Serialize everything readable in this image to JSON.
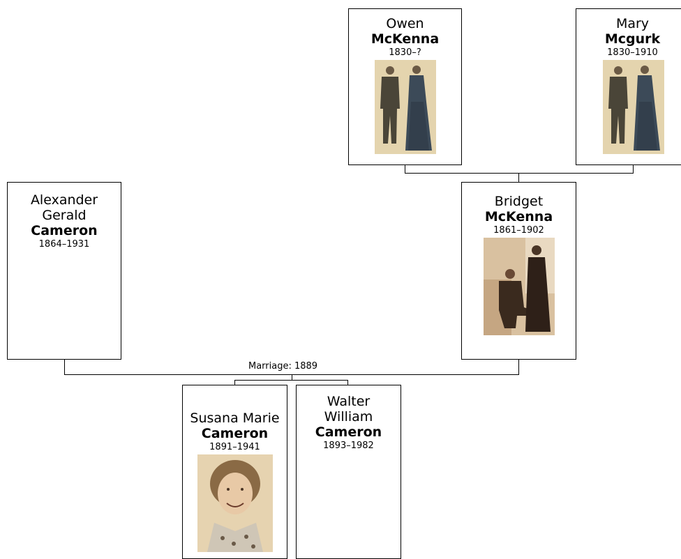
{
  "people": {
    "owen": {
      "given": "Owen",
      "surname": "McKenna",
      "dates": "1830–?"
    },
    "mary": {
      "given": "Mary",
      "surname": "Mcgurk",
      "dates": "1830–1910"
    },
    "alexander": {
      "given_line1": "Alexander",
      "given_line2": "Gerald",
      "surname": "Cameron",
      "dates": "1864–1931"
    },
    "bridget": {
      "given": "Bridget",
      "surname": "McKenna",
      "dates": "1861–1902"
    },
    "susana": {
      "given": "Susana Marie",
      "surname": "Cameron",
      "dates": "1891–1941"
    },
    "walter": {
      "given_line1": "Walter",
      "given_line2": "William",
      "surname": "Cameron",
      "dates": "1893–1982"
    }
  },
  "marriage_label": "Marriage: 1889",
  "colors": {
    "line": "#000000",
    "photo_sepia": "#e6d3a8",
    "photo_dark": "#3a2a1a"
  }
}
